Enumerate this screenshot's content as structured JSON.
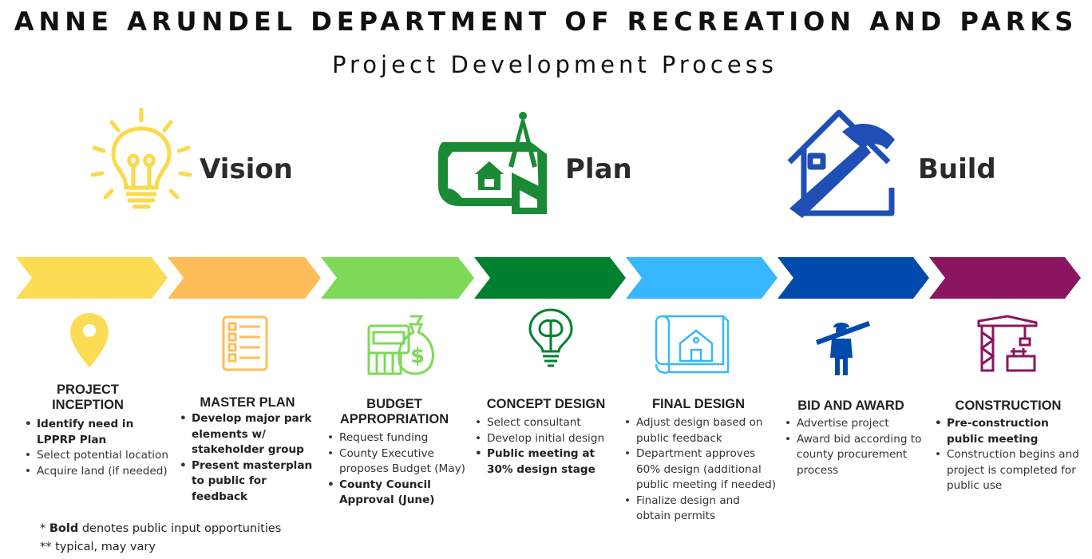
{
  "header": {
    "title": "ANNE ARUNDEL DEPARTMENT OF RECREATION AND PARKS",
    "subtitle": "Project Development Process"
  },
  "phases": [
    {
      "label": "Vision",
      "icon": "lightbulb-icon",
      "color": "#fbd94a"
    },
    {
      "label": "Plan",
      "icon": "blueprint-icon",
      "color": "#1a8a35"
    },
    {
      "label": "Build",
      "icon": "house-hammer-icon",
      "color": "#1f4fb5"
    }
  ],
  "steps": [
    {
      "title": "PROJECT\nINCEPTION",
      "color": "#fddc55",
      "icon": "location-pin-icon",
      "bullets": [
        {
          "text": "Identify need in LPPRP Plan",
          "bold": true
        },
        {
          "text": "Select potential location",
          "bold": false
        },
        {
          "text": "Acquire land (if needed)",
          "bold": false
        }
      ]
    },
    {
      "title": "MASTER PLAN",
      "color": "#ffbd59",
      "icon": "checklist-icon",
      "bullets": [
        {
          "text": "Develop major park elements w/ stakeholder group",
          "bold": true
        },
        {
          "text": "Present masterplan to public for feedback",
          "bold": true
        }
      ]
    },
    {
      "title": "BUDGET\nAPPROPRIATION",
      "color": "#7ed957",
      "icon": "money-bag-icon",
      "bullets": [
        {
          "text": "Request funding",
          "bold": false
        },
        {
          "text": "County Executive proposes Budget (May)",
          "bold": false
        },
        {
          "text": "County Council Approval (June)",
          "bold": true
        }
      ]
    },
    {
      "title": "CONCEPT DESIGN",
      "color": "#00802f",
      "icon": "brain-bulb-icon",
      "bullets": [
        {
          "text": "Select consultant",
          "bold": false
        },
        {
          "text": "Develop initial design",
          "bold": false
        },
        {
          "text": "Public meeting at 30% design stage",
          "bold": true
        }
      ]
    },
    {
      "title": "FINAL DESIGN",
      "color": "#38b6ff",
      "icon": "house-blueprint-icon",
      "bullets": [
        {
          "text": "Adjust design based on public feedback",
          "bold": false
        },
        {
          "text": "Department approves 60% design (additional public meeting if needed)",
          "bold": false
        },
        {
          "text": "Finalize design and obtain permits",
          "bold": false
        }
      ]
    },
    {
      "title": "BID AND AWARD",
      "color": "#004aad",
      "icon": "worker-icon",
      "bullets": [
        {
          "text": "Advertise project",
          "bold": false
        },
        {
          "text": "Award bid according to county procurement process",
          "bold": false
        }
      ]
    },
    {
      "title": "CONSTRUCTION",
      "color": "#8c1561",
      "icon": "crane-icon",
      "bullets": [
        {
          "text": "Pre-construction public meeting",
          "bold": true
        },
        {
          "text": "Construction begins and project is completed for public use",
          "bold": false
        }
      ]
    }
  ],
  "notes": {
    "note1_bold": "Bold",
    "note1_prefix": "* ",
    "note1_rest": " denotes public input opportunities",
    "note2": "** typical, may vary"
  }
}
